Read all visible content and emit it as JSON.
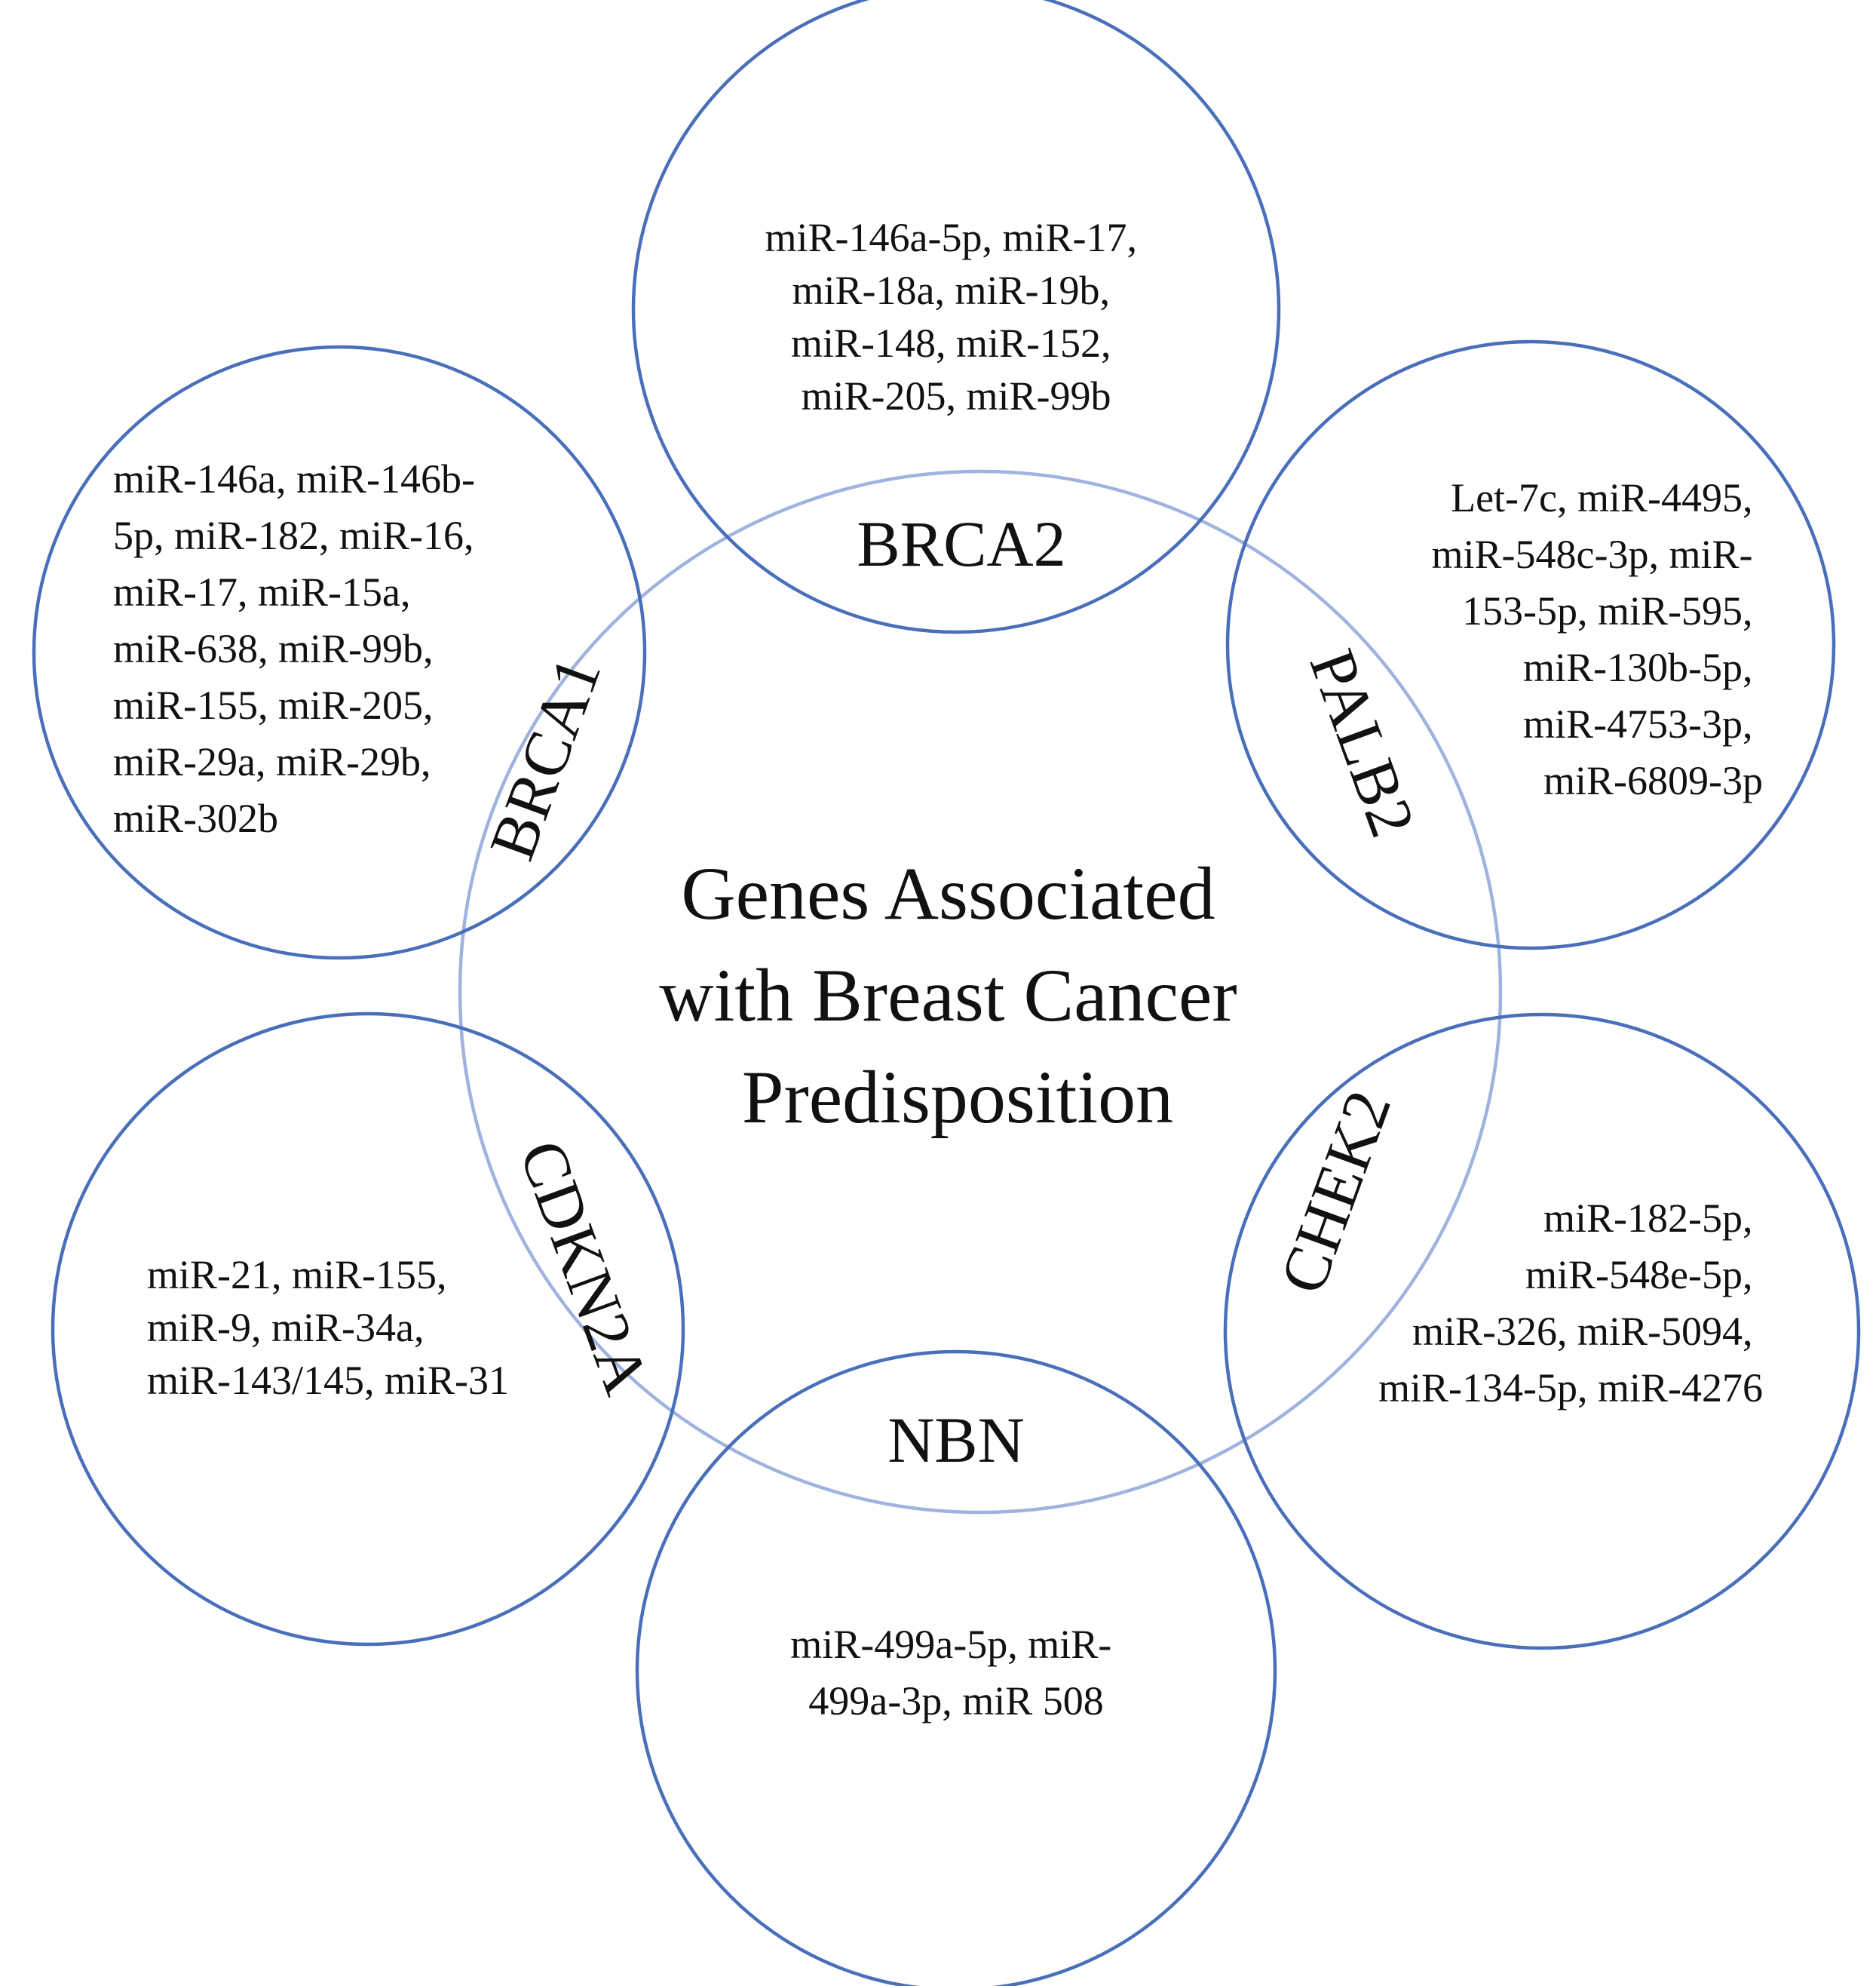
{
  "center": {
    "lines": [
      "Genes Associated",
      "with Breast Cancer",
      "Predisposition"
    ]
  },
  "genes": [
    {
      "id": "brca2",
      "name": "BRCA2",
      "mirnas": [
        "miR-146a-5p, miR-17,",
        "miR-18a, miR-19b,",
        "miR-148, miR-152,",
        "miR-205, miR-99b"
      ]
    },
    {
      "id": "brca1",
      "name": "BRCA1",
      "mirnas": [
        "miR-146a, miR-146b-",
        "5p, miR-182, miR-16,",
        "miR-17, miR-15a,",
        "miR-638, miR-99b,",
        "miR-155, miR-205,",
        "miR-29a, miR-29b,",
        "miR-302b"
      ]
    },
    {
      "id": "palb2",
      "name": "PALB2",
      "mirnas": [
        "Let-7c, miR-4495,",
        "miR-548c-3p, miR-",
        "153-5p, miR-595,",
        "miR-130b-5p,",
        "miR-4753-3p,",
        "miR-6809-3p"
      ]
    },
    {
      "id": "cdkn2a",
      "name": "CDKN2A",
      "mirnas": [
        "miR-21, miR-155,",
        "miR-9, miR-34a,",
        "miR-143/145, miR-31"
      ]
    },
    {
      "id": "chek2",
      "name": "CHEK2",
      "mirnas": [
        "miR-182-5p,",
        "miR-548e-5p,",
        "miR-326, miR-5094,",
        "miR-134-5p, miR-4276"
      ]
    },
    {
      "id": "nbn",
      "name": "NBN",
      "mirnas": [
        "miR-499a-5p, miR-",
        "499a-3p, miR 508"
      ]
    }
  ]
}
